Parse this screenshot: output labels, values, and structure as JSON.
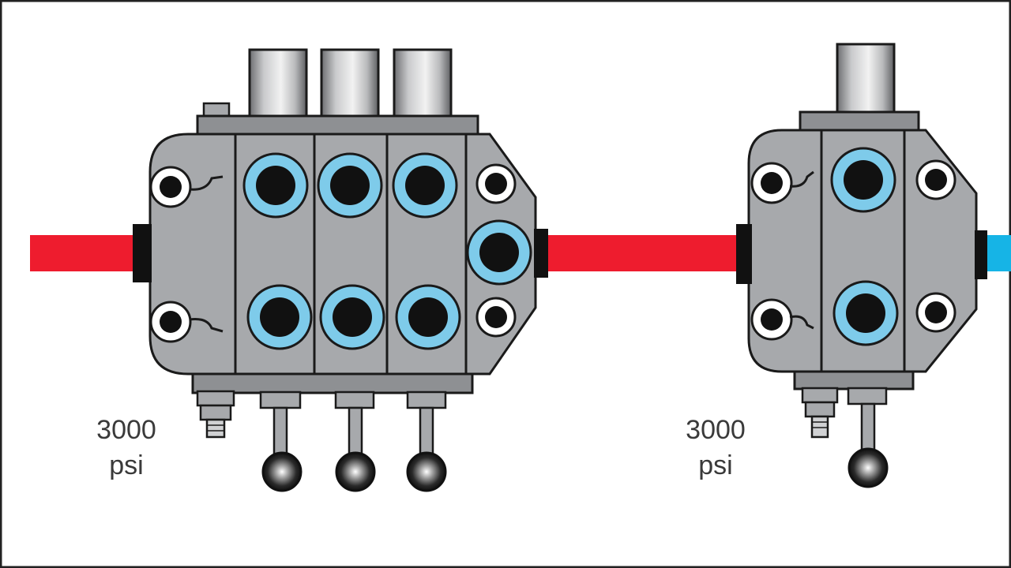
{
  "labels": {
    "left_pressure_value": "3000",
    "left_pressure_unit": "psi",
    "right_pressure_value": "3000",
    "right_pressure_unit": "psi"
  },
  "colors": {
    "pressure_line": "#ee1c2e",
    "return_line": "#16b4e6",
    "body": "#a7a9ac",
    "port_ring": "#7ecbea",
    "outline": "#1a1a1a"
  },
  "valves": [
    {
      "name": "valve-bank-left",
      "sections": 3,
      "levers": 3
    },
    {
      "name": "valve-bank-right",
      "sections": 1,
      "levers": 1
    }
  ]
}
